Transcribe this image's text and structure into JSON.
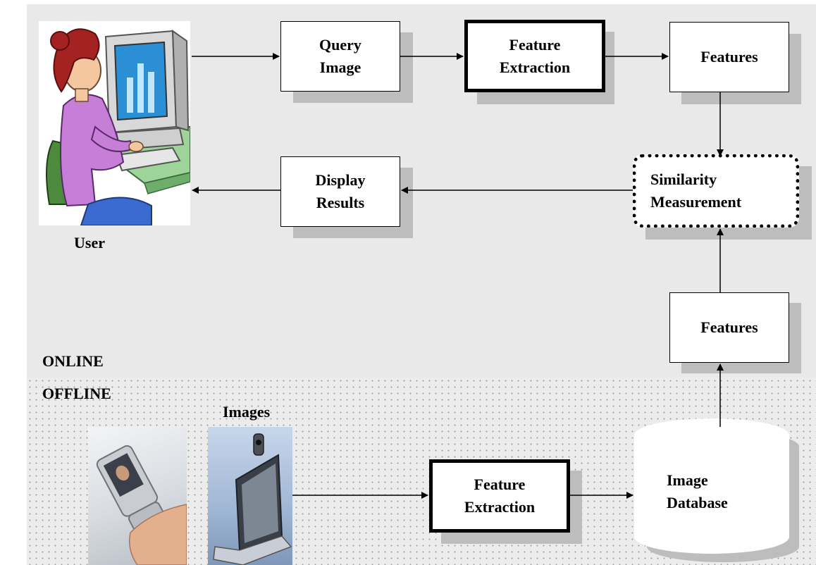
{
  "nodes": {
    "query_image": "Query\nImage",
    "feature_extraction_online": "Feature\nExtraction",
    "features_online": "Features",
    "similarity_measurement": "Similarity\nMeasurement",
    "display_results": "Display\nResults",
    "features_db": "Features",
    "feature_extraction_offline": "Feature\nExtraction",
    "image_database": "Image\nDatabase"
  },
  "labels": {
    "user": "User",
    "online": "ONLINE",
    "offline": "OFFLINE",
    "images": "Images"
  },
  "colors": {
    "online_bg": "#e9e9e9",
    "offline_bg": "#ececec",
    "shadow": "#bdbdbd",
    "border": "#000000"
  }
}
